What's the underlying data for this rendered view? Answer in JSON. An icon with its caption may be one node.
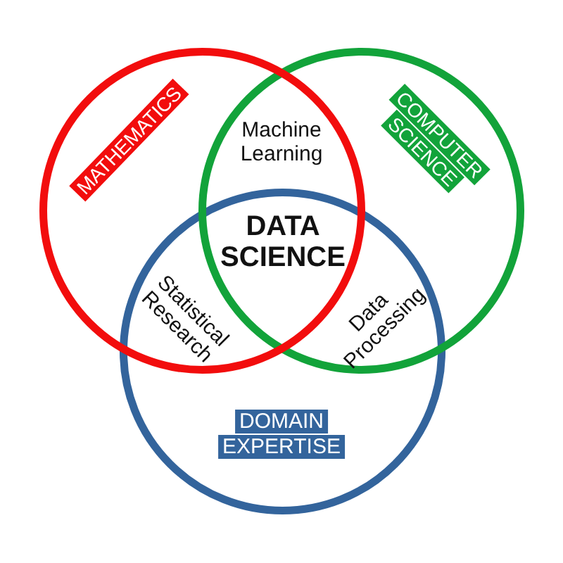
{
  "diagram": {
    "nodes": [
      {
        "text": [
          "MATHEMATICS"
        ]
      },
      {
        "text": [
          "COMPUTER SCIENCE"
        ]
      },
      {
        "text": [
          "DOMAIN EXPERTISE"
        ]
      }
    ],
    "labels": [
      "Machine Learning",
      "DATA SCIENCE",
      "Statistical Research",
      "Data Processing"
    ]
  }
}
